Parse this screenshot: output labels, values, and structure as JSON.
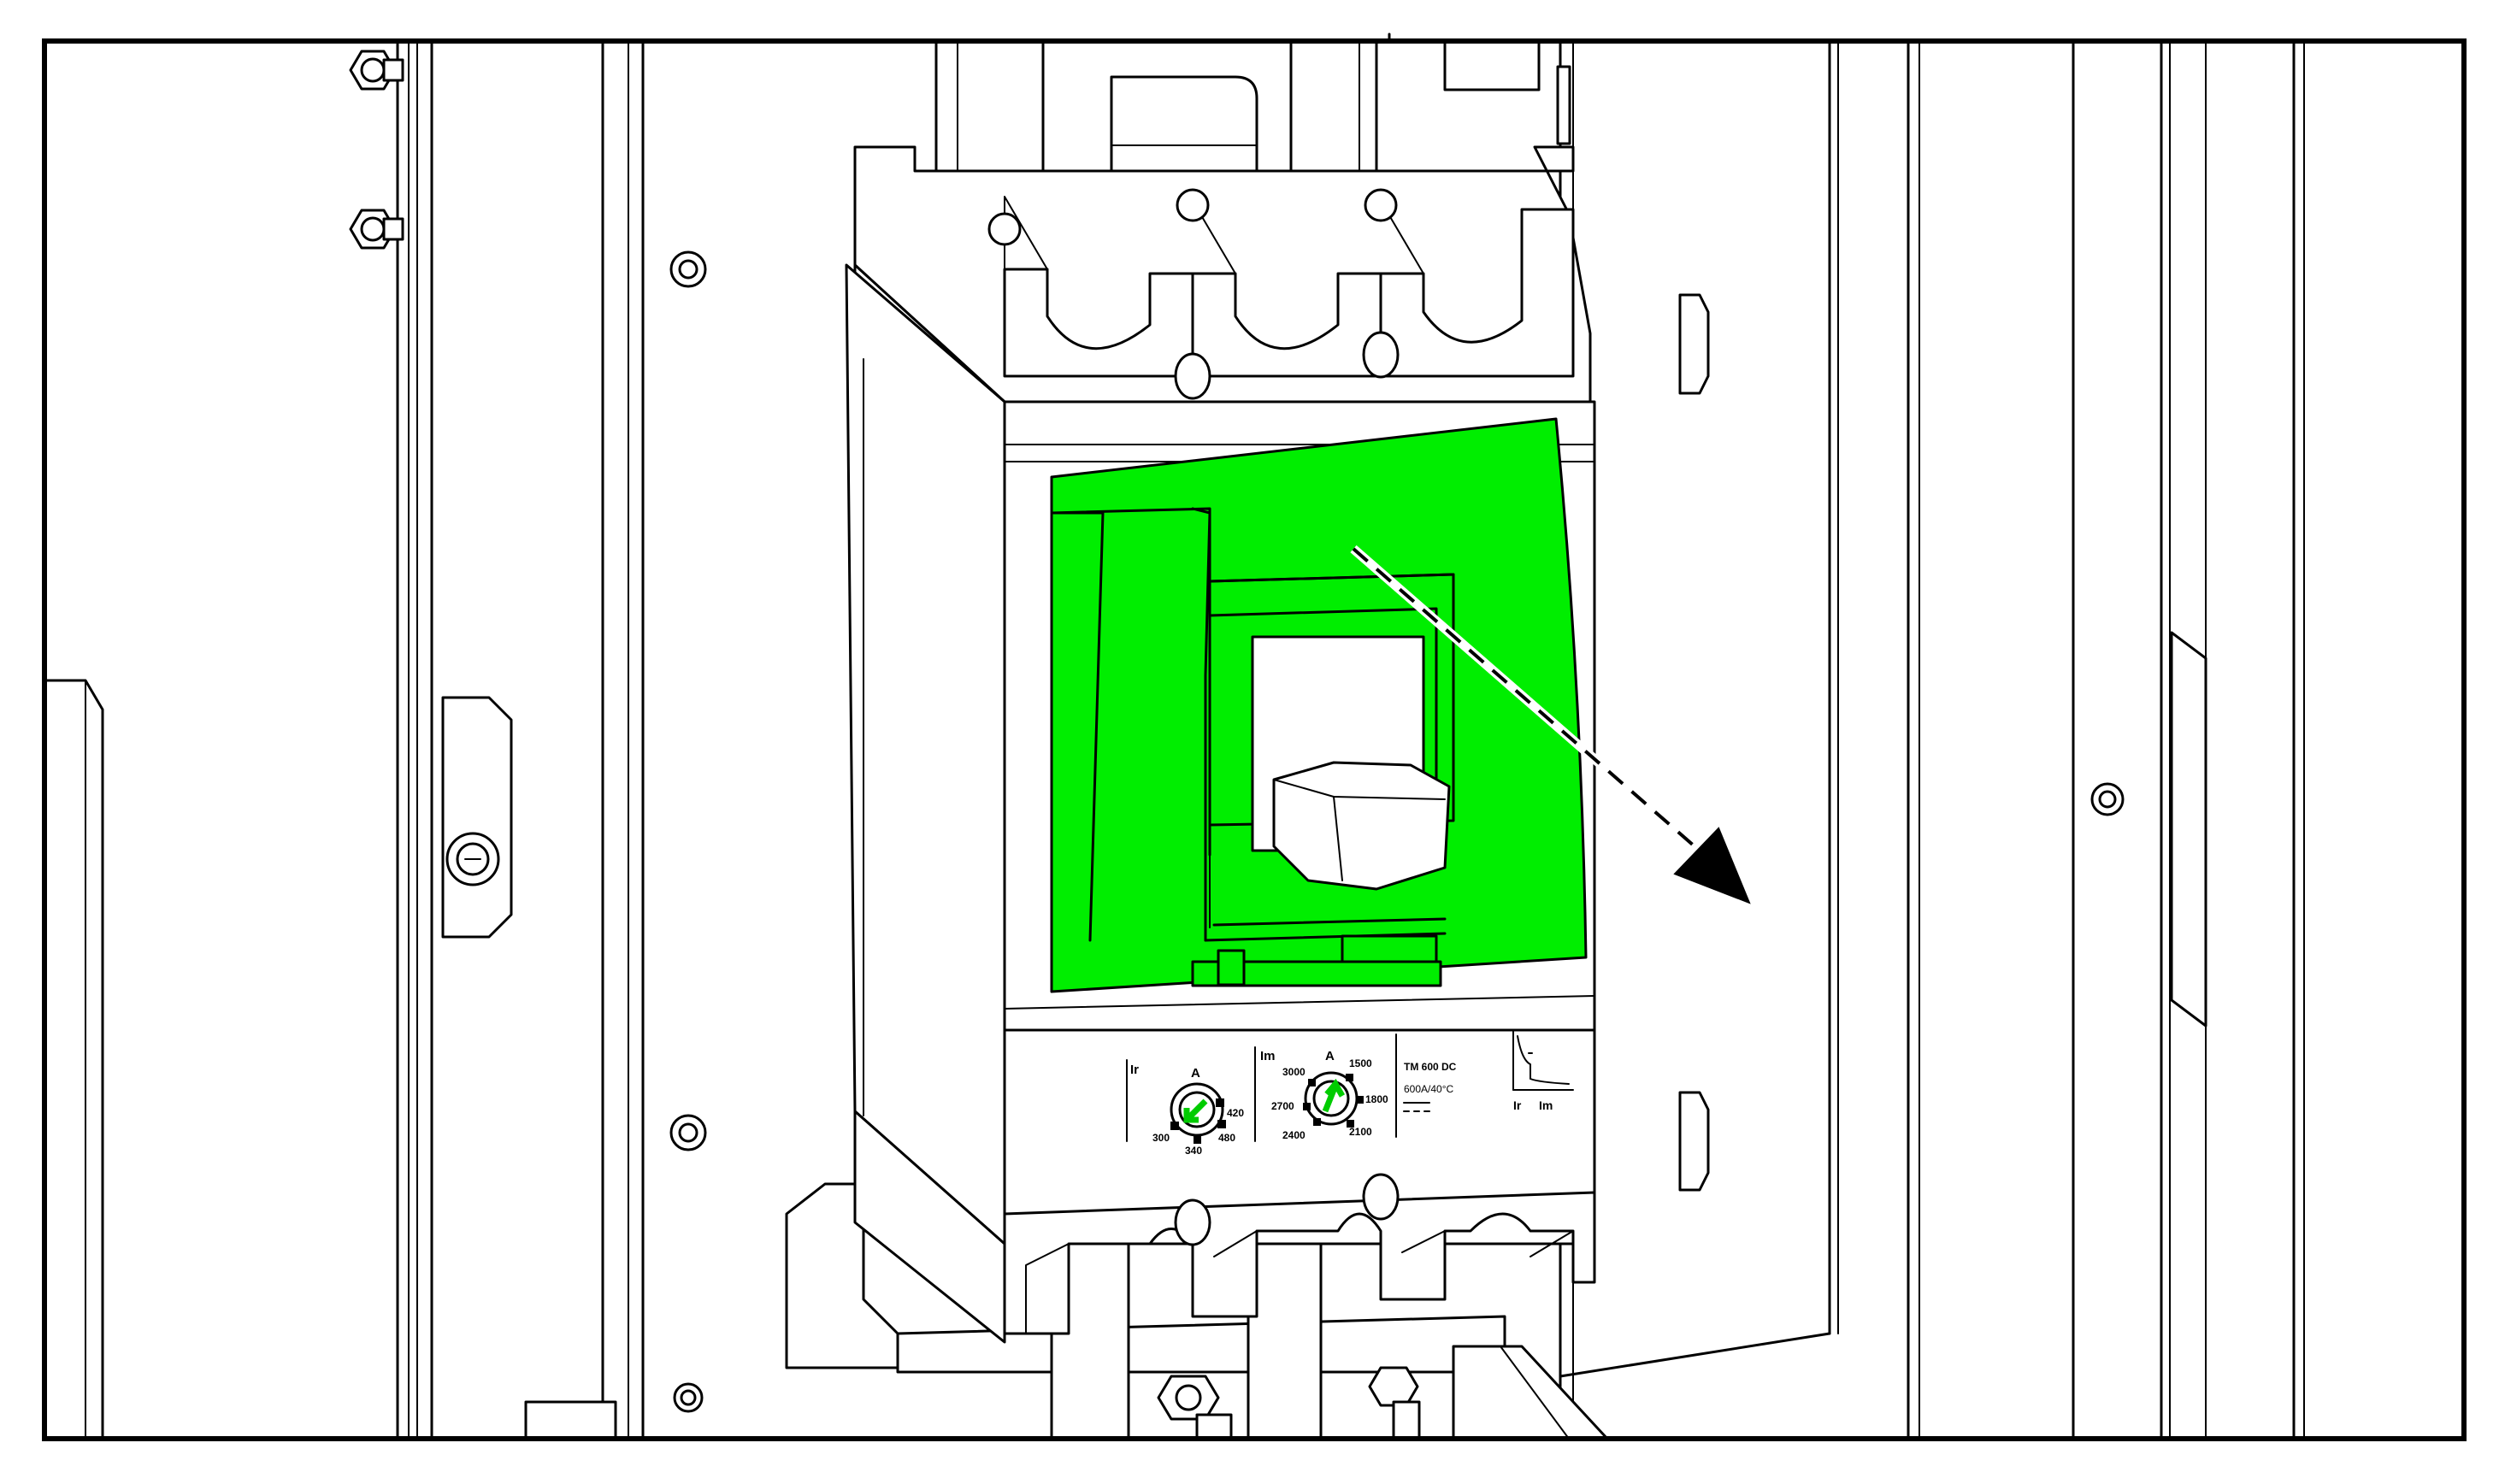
{
  "diagram": {
    "colors": {
      "highlight": "#00ee00",
      "line": "#000000",
      "background": "#ffffff",
      "shade": "#e4e4e4"
    },
    "trip_unit": {
      "ir_label": "Ir",
      "im_label": "Im",
      "ir_dial": {
        "unit": "A",
        "ticks": [
          "300",
          "340",
          "480",
          "420"
        ]
      },
      "im_dial": {
        "unit": "A",
        "ticks": [
          "3000",
          "1500",
          "2700",
          "1800",
          "2400",
          "2100"
        ]
      },
      "model": "TM 600 DC",
      "rating": "600A/40°C",
      "curve_labels": [
        "Ir",
        "Im"
      ]
    },
    "icons": [
      "highlighted-front-cover",
      "removal-direction-arrow",
      "curve-icon",
      "dial-arrow-icon"
    ]
  }
}
